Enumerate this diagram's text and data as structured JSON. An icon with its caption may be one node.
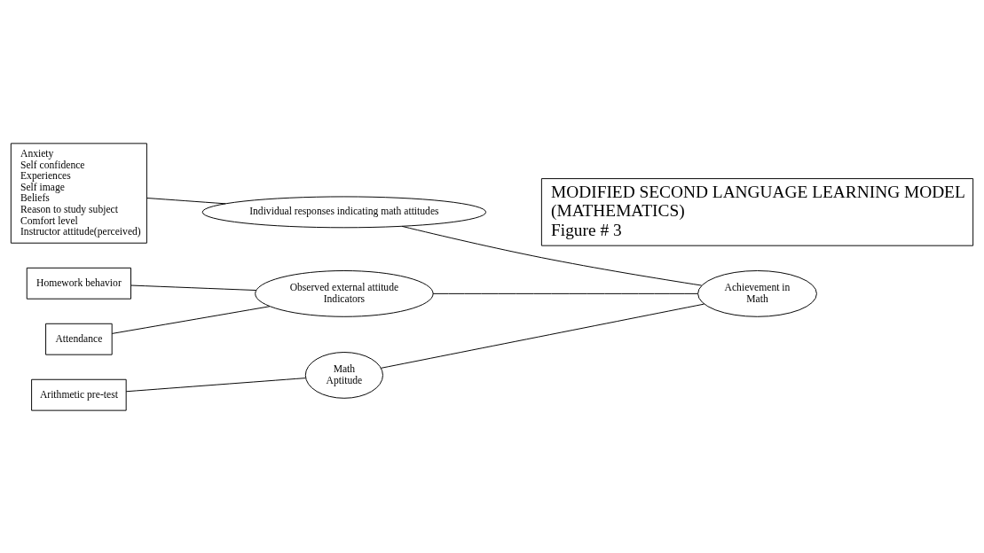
{
  "diagram": {
    "nodes": [
      {
        "text": [
          "Anxiety",
          "Self confidence",
          "Experiences",
          "Self image",
          "Beliefs",
          "Reason to study subject",
          "Comfort level",
          "Instructor attitude(perceived)"
        ]
      },
      {
        "text": [
          "Individual responses indicating math attitudes"
        ]
      },
      {
        "text": [
          "MODIFIED SECOND LANGUAGE LEARNING MODEL",
          "(MATHEMATICS)",
          "Figure # 3"
        ]
      },
      {
        "text": [
          "Homework behavior"
        ]
      },
      {
        "text": [
          "Observed external attitude",
          "Indicators"
        ]
      },
      {
        "text": [
          "Attendance"
        ]
      },
      {
        "text": [
          "Achievement in",
          "Math"
        ]
      },
      {
        "text": [
          "Arithmetic pre-test"
        ]
      },
      {
        "text": [
          "Math",
          "Aptitude"
        ]
      }
    ],
    "edges": [
      {
        "from": 0,
        "to": 1,
        "arrow": "none"
      },
      {
        "from": 1,
        "to": 6,
        "arrow": "none"
      },
      {
        "from": 3,
        "to": 4,
        "arrow": "none"
      },
      {
        "from": 5,
        "to": 4,
        "arrow": "none"
      },
      {
        "from": 4,
        "to": 6,
        "arrow": "none"
      },
      {
        "from": 7,
        "to": 8,
        "arrow": "none"
      },
      {
        "from": 8,
        "to": 6,
        "arrow": "none"
      }
    ]
  }
}
